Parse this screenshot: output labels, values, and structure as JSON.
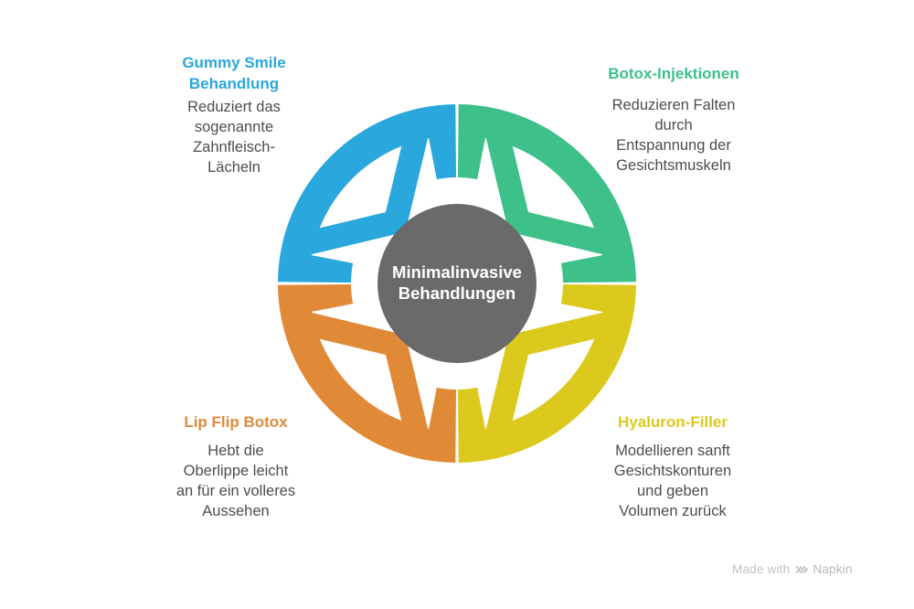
{
  "title": "Minimalinvasive Behandlungen",
  "center": {
    "label": "Minimalinvasive\nBehandlungen"
  },
  "segments": [
    {
      "name": "gummy-smile-behandlung",
      "position": "top-left",
      "title": "Gummy Smile\nBehandlung",
      "description": "Reduziert das\nsogenannte\nZahnfleisch-\nLächeln",
      "color": "#2AA7DC"
    },
    {
      "name": "botox-injektionen",
      "position": "top-right",
      "title": "Botox-Injektionen",
      "description": "Reduzieren Falten\ndurch\nEntspannung der\nGesichtsmuskeln",
      "color": "#3EC08B"
    },
    {
      "name": "hyaluron-filler",
      "position": "bottom-right",
      "title": "Hyaluron-Filler",
      "description": "Modellieren sanft\nGesichtskonturen\nund geben\nVolumen zurück",
      "color": "#DCC91D"
    },
    {
      "name": "lip-flip-botox",
      "position": "bottom-left",
      "title": "Lip Flip Botox",
      "description": "Hebt die\nOberlippe leicht\nan für ein volleres\nAussehen",
      "color": "#E08A38"
    }
  ],
  "colors": {
    "center_circle": "#6A6A6A",
    "center_text": "#FFFFFF",
    "body_text": "#4D4D4D",
    "background": "#FFFFFF",
    "watermark": "#C3C3C3"
  },
  "watermark": {
    "text": "Made with",
    "brand": "Napkin"
  }
}
